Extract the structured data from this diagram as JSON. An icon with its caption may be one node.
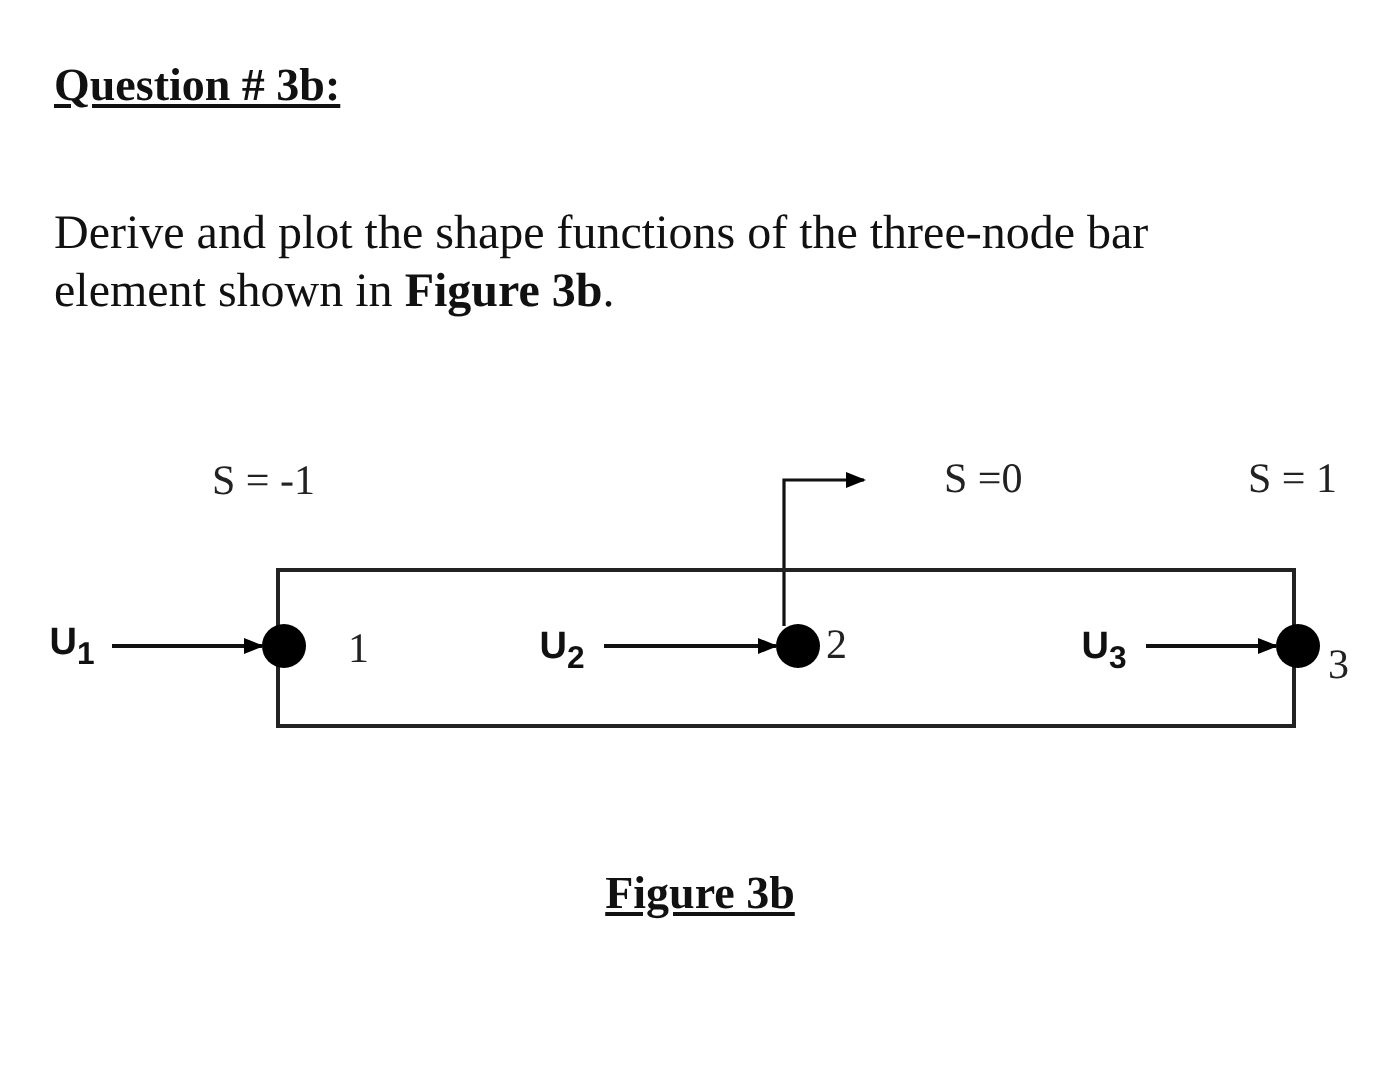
{
  "diagram": {
    "title": "Question # 3b:",
    "caption": "Figure 3b",
    "nodes": [
      {
        "text": [],
        "shape": "box"
      },
      {
        "text": [],
        "shape": "circle",
        "beside": [
          "1"
        ]
      },
      {
        "text": [],
        "shape": "circle",
        "in": 0,
        "beside": [
          "2"
        ]
      },
      {
        "text": [],
        "shape": "circle",
        "beside": [
          "3"
        ]
      },
      {
        "text": [
          "U$_{1}$"
        ]
      },
      {
        "text": [
          "U$_{2}$"
        ],
        "in": 0
      },
      {
        "text": [
          "U$_{3}$"
        ],
        "in": 0
      }
    ],
    "edges": [
      {
        "from": 4,
        "to": 1,
        "arrow": "to"
      },
      {
        "from": 5,
        "to": 2,
        "arrow": "to"
      },
      {
        "from": 6,
        "to": 3,
        "arrow": "to"
      }
    ],
    "labels": [
      "Derive and plot the shape functions of the three-node bar element shown in **Figure 3b**.",
      "S = -1",
      "S =0",
      "S = 1"
    ]
  }
}
